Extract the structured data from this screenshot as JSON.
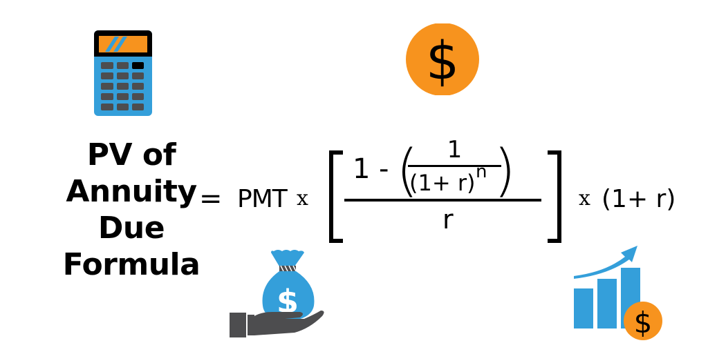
{
  "title": {
    "lines": [
      "PV of",
      "Annuity",
      "Due",
      "Formula"
    ]
  },
  "formula": {
    "equals": "=",
    "pmt": "PMT",
    "times": "x",
    "numerator_one": "1",
    "minus": "-",
    "inner_numerator": "1",
    "inner_denominator": "(1+ r)",
    "exponent": "n",
    "denominator": "r",
    "tail": "(1+ r)"
  },
  "icons": {
    "calculator": "calculator-icon",
    "dollar_coin": "dollar-coin-icon",
    "money_bag": "money-bag-hand-icon",
    "growth_chart": "growth-chart-dollar-icon",
    "dollar_symbol": "$"
  },
  "colors": {
    "orange": "#F7931E",
    "blue": "#349FDA",
    "dark_gray": "#4D4D4F",
    "black": "#000000"
  }
}
